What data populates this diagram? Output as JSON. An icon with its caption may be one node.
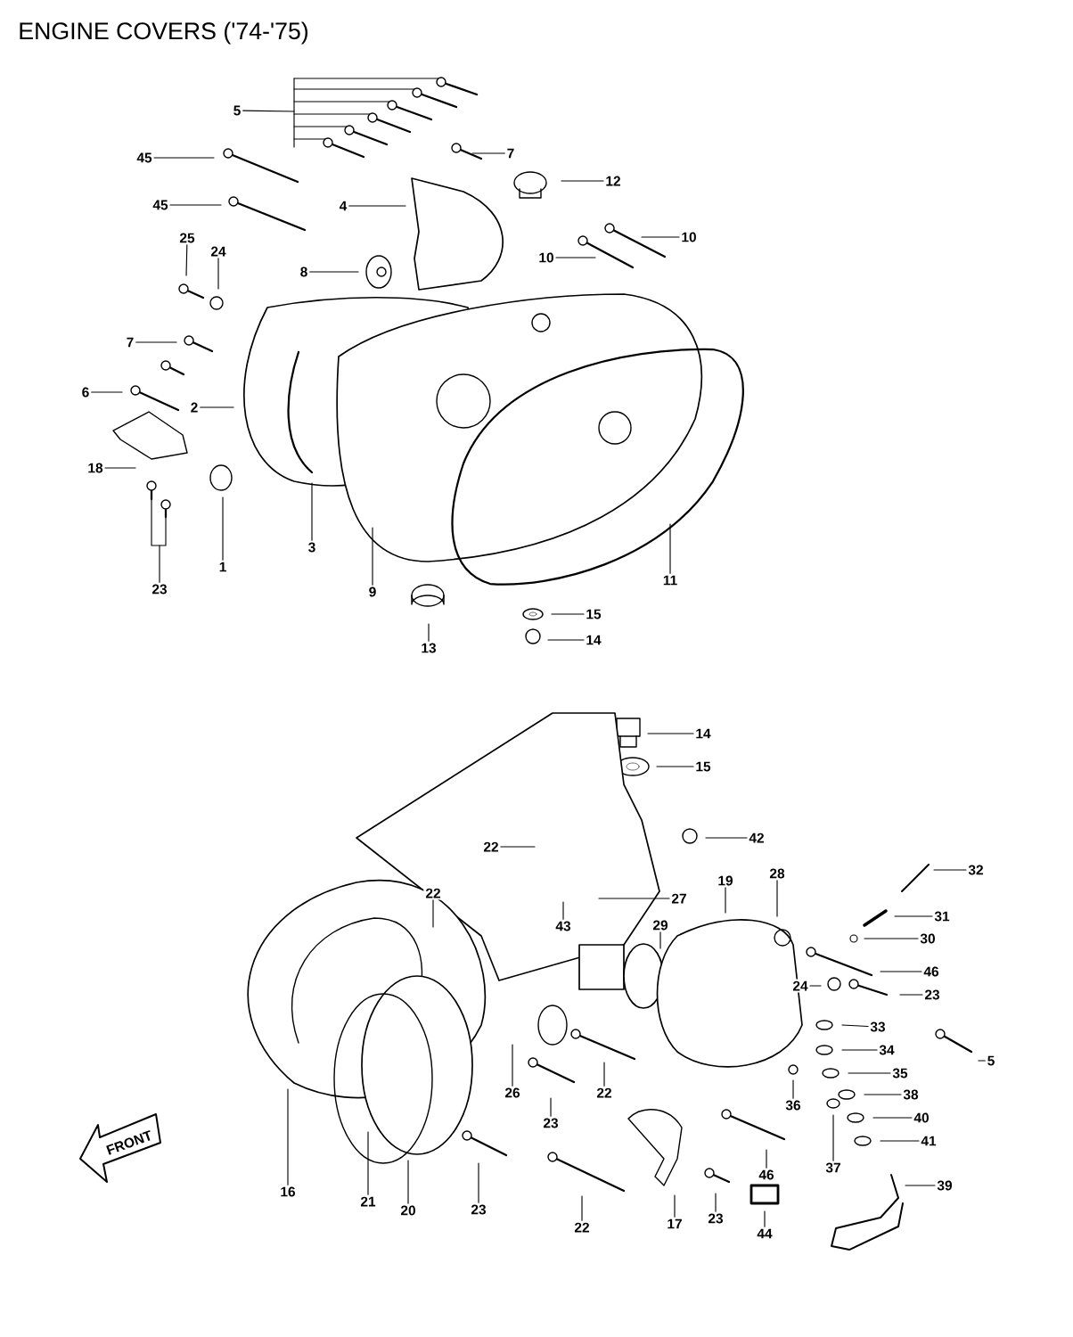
{
  "diagram": {
    "title": "ENGINE COVERS ('74-'75)",
    "nodes": [
      {
        "text": [
          "5"
        ]
      },
      {
        "text": [
          "7"
        ]
      },
      {
        "text": [
          "45"
        ]
      },
      {
        "text": [
          "12"
        ]
      },
      {
        "text": [
          "45"
        ]
      },
      {
        "text": [
          "4"
        ]
      },
      {
        "text": [
          "25"
        ]
      },
      {
        "text": [
          "24"
        ]
      },
      {
        "text": [
          "10"
        ]
      },
      {
        "text": [
          "10"
        ]
      },
      {
        "text": [
          "8"
        ]
      },
      {
        "text": [
          "7"
        ]
      },
      {
        "text": [
          "6"
        ]
      },
      {
        "text": [
          "2"
        ]
      },
      {
        "text": [
          "18"
        ]
      },
      {
        "text": [
          "23"
        ]
      },
      {
        "text": [
          "1"
        ]
      },
      {
        "text": [
          "3"
        ]
      },
      {
        "text": [
          "9"
        ]
      },
      {
        "text": [
          "11"
        ]
      },
      {
        "text": [
          "13"
        ]
      },
      {
        "text": [
          "15"
        ]
      },
      {
        "text": [
          "14"
        ]
      },
      {
        "text": [
          "14"
        ]
      },
      {
        "text": [
          "15"
        ]
      },
      {
        "text": [
          "42"
        ]
      },
      {
        "text": [
          "22"
        ]
      },
      {
        "text": [
          "32"
        ]
      },
      {
        "text": [
          "19"
        ]
      },
      {
        "text": [
          "28"
        ]
      },
      {
        "text": [
          "22"
        ]
      },
      {
        "text": [
          "27"
        ]
      },
      {
        "text": [
          "31"
        ]
      },
      {
        "text": [
          "43"
        ]
      },
      {
        "text": [
          "29"
        ]
      },
      {
        "text": [
          "30"
        ]
      },
      {
        "text": [
          "46"
        ]
      },
      {
        "text": [
          "24"
        ]
      },
      {
        "text": [
          "23"
        ]
      },
      {
        "text": [
          "33"
        ]
      },
      {
        "text": [
          "34"
        ]
      },
      {
        "text": [
          "35"
        ]
      },
      {
        "text": [
          "5"
        ]
      },
      {
        "text": [
          "38"
        ]
      },
      {
        "text": [
          "36"
        ]
      },
      {
        "text": [
          "40"
        ]
      },
      {
        "text": [
          "26"
        ]
      },
      {
        "text": [
          "22"
        ]
      },
      {
        "text": [
          "41"
        ]
      },
      {
        "text": [
          "23"
        ]
      },
      {
        "text": [
          "37"
        ]
      },
      {
        "text": [
          "39"
        ]
      },
      {
        "text": [
          "46"
        ]
      },
      {
        "text": [
          "16"
        ]
      },
      {
        "text": [
          "21"
        ]
      },
      {
        "text": [
          "20"
        ]
      },
      {
        "text": [
          "23"
        ]
      },
      {
        "text": [
          "22"
        ]
      },
      {
        "text": [
          "17"
        ]
      },
      {
        "text": [
          "23"
        ]
      },
      {
        "text": [
          "44"
        ]
      }
    ],
    "edges": [
      {
        "from": 0,
        "to": null,
        "arrow": "none"
      },
      {
        "from": 1,
        "to": null,
        "arrow": "none"
      },
      {
        "from": 2,
        "to": null,
        "arrow": "none"
      },
      {
        "from": 3,
        "to": null,
        "arrow": "none"
      },
      {
        "from": 4,
        "to": null,
        "arrow": "none"
      },
      {
        "from": 5,
        "to": null,
        "arrow": "none"
      },
      {
        "from": 6,
        "to": null,
        "arrow": "none"
      },
      {
        "from": 7,
        "to": null,
        "arrow": "none"
      },
      {
        "from": 8,
        "to": null,
        "arrow": "none"
      },
      {
        "from": 9,
        "to": null,
        "arrow": "none"
      },
      {
        "from": 10,
        "to": null,
        "arrow": "none"
      },
      {
        "from": 11,
        "to": null,
        "arrow": "none"
      },
      {
        "from": 12,
        "to": null,
        "arrow": "none"
      },
      {
        "from": 13,
        "to": null,
        "arrow": "none"
      },
      {
        "from": 14,
        "to": null,
        "arrow": "none"
      },
      {
        "from": 15,
        "to": null,
        "arrow": "none"
      },
      {
        "from": 16,
        "to": null,
        "arrow": "none"
      },
      {
        "from": 17,
        "to": null,
        "arrow": "none"
      },
      {
        "from": 18,
        "to": null,
        "arrow": "none"
      },
      {
        "from": 19,
        "to": null,
        "arrow": "none"
      },
      {
        "from": 20,
        "to": null,
        "arrow": "none"
      },
      {
        "from": 21,
        "to": null,
        "arrow": "none"
      },
      {
        "from": 22,
        "to": null,
        "arrow": "none"
      },
      {
        "from": 23,
        "to": null,
        "arrow": "none"
      },
      {
        "from": 24,
        "to": null,
        "arrow": "none"
      },
      {
        "from": 25,
        "to": null,
        "arrow": "none"
      },
      {
        "from": 26,
        "to": null,
        "arrow": "none"
      },
      {
        "from": 27,
        "to": null,
        "arrow": "none"
      },
      {
        "from": 28,
        "to": null,
        "arrow": "none"
      },
      {
        "from": 29,
        "to": null,
        "arrow": "none"
      },
      {
        "from": 30,
        "to": null,
        "arrow": "none"
      },
      {
        "from": 31,
        "to": null,
        "arrow": "none"
      },
      {
        "from": 32,
        "to": null,
        "arrow": "none"
      },
      {
        "from": 33,
        "to": null,
        "arrow": "none"
      },
      {
        "from": 34,
        "to": null,
        "arrow": "none"
      },
      {
        "from": 35,
        "to": null,
        "arrow": "none"
      },
      {
        "from": 36,
        "to": null,
        "arrow": "none"
      },
      {
        "from": 37,
        "to": null,
        "arrow": "none"
      },
      {
        "from": 38,
        "to": null,
        "arrow": "none"
      },
      {
        "from": 39,
        "to": null,
        "arrow": "none"
      },
      {
        "from": 40,
        "to": null,
        "arrow": "none"
      },
      {
        "from": 41,
        "to": null,
        "arrow": "none"
      },
      {
        "from": 42,
        "to": null,
        "arrow": "none"
      },
      {
        "from": 43,
        "to": null,
        "arrow": "none"
      },
      {
        "from": 44,
        "to": null,
        "arrow": "none"
      },
      {
        "from": 45,
        "to": null,
        "arrow": "none"
      },
      {
        "from": 46,
        "to": null,
        "arrow": "none"
      },
      {
        "from": 47,
        "to": null,
        "arrow": "none"
      },
      {
        "from": 48,
        "to": null,
        "arrow": "none"
      },
      {
        "from": 49,
        "to": null,
        "arrow": "none"
      },
      {
        "from": 50,
        "to": null,
        "arrow": "none"
      },
      {
        "from": 51,
        "to": null,
        "arrow": "none"
      },
      {
        "from": 52,
        "to": null,
        "arrow": "none"
      },
      {
        "from": 53,
        "to": null,
        "arrow": "none"
      },
      {
        "from": 54,
        "to": null,
        "arrow": "none"
      },
      {
        "from": 55,
        "to": null,
        "arrow": "none"
      },
      {
        "from": 56,
        "to": null,
        "arrow": "none"
      },
      {
        "from": 57,
        "to": null,
        "arrow": "none"
      },
      {
        "from": 58,
        "to": null,
        "arrow": "none"
      },
      {
        "from": 59,
        "to": null,
        "arrow": "none"
      },
      {
        "from": 60,
        "to": null,
        "arrow": "none"
      }
    ],
    "labels": [
      "FRONT"
    ]
  }
}
